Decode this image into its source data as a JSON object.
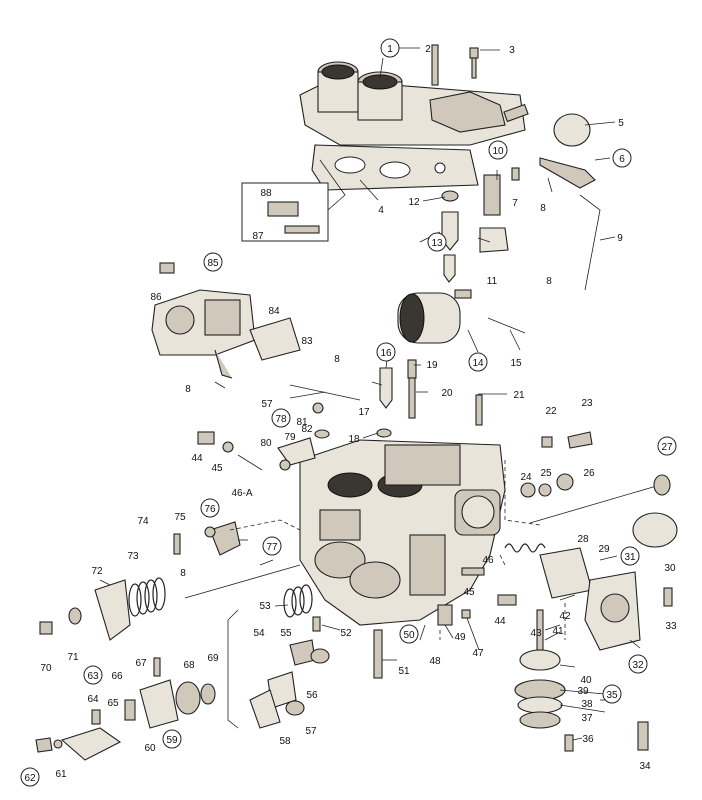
{
  "diagram": {
    "labels": {
      "1": "1",
      "2": "2",
      "3": "3",
      "4": "4",
      "5": "5",
      "6": "6",
      "7": "7",
      "8a": "8",
      "8b": "8",
      "8c": "8",
      "8d": "8",
      "8e": "8",
      "9": "9",
      "10": "10",
      "11": "11",
      "12": "12",
      "13": "13",
      "14": "14",
      "15": "15",
      "16": "16",
      "17": "17",
      "18": "18",
      "19": "19",
      "20": "20",
      "21": "21",
      "22": "22",
      "23": "23",
      "24": "24",
      "25": "25",
      "26": "26",
      "27": "27",
      "28": "28",
      "29": "29",
      "30": "30",
      "31": "31",
      "32": "32",
      "33": "33",
      "34": "34",
      "35": "35",
      "36": "36",
      "37": "37",
      "38": "38",
      "39": "39",
      "40": "40",
      "41": "41",
      "42": "42",
      "43": "43",
      "44a": "44",
      "44b": "44",
      "45a": "45",
      "45b": "45",
      "46": "46",
      "46A": "46-A",
      "47": "47",
      "48": "48",
      "49": "49",
      "50": "50",
      "51": "51",
      "52": "52",
      "53": "53",
      "54": "54",
      "55": "55",
      "56": "56",
      "57a": "57",
      "57b": "57",
      "58": "58",
      "59": "59",
      "60": "60",
      "61": "61",
      "62": "62",
      "63": "63",
      "64": "64",
      "65": "65",
      "66": "66",
      "67": "67",
      "68": "68",
      "69": "69",
      "70": "70",
      "71": "71",
      "72": "72",
      "73": "73",
      "74": "74",
      "75": "75",
      "76": "76",
      "77": "77",
      "78": "78",
      "79": "79",
      "80": "80",
      "81": "81",
      "82": "82",
      "83": "83",
      "84": "84",
      "85": "85",
      "86": "86",
      "87": "87",
      "88": "88"
    }
  }
}
